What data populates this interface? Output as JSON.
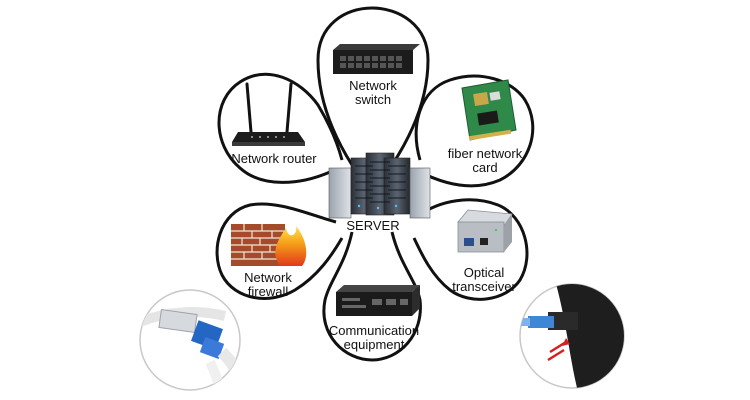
{
  "center": {
    "label": "SERVER",
    "icon": "server-rack-icon"
  },
  "devices": [
    {
      "key": "switch",
      "label": "Network switch",
      "icon": "network-switch-icon"
    },
    {
      "key": "fiber-card",
      "label_line1": "fiber network",
      "label_line2": "card",
      "icon": "fiber-network-card-icon"
    },
    {
      "key": "router",
      "label": "Network router",
      "icon": "wifi-router-icon"
    },
    {
      "key": "firewall",
      "label_line1": "Network",
      "label_line2": "firewall",
      "icon": "firewall-icon"
    },
    {
      "key": "comm",
      "label_line1": "Communication",
      "label_line2": "equipment",
      "icon": "communication-equipment-icon"
    },
    {
      "key": "optical",
      "label_line1": "Optical",
      "label_line2": "transceiver",
      "icon": "optical-transceiver-icon"
    }
  ],
  "photos": [
    {
      "key": "sfp-module",
      "icon": "sfp-fiber-connector-icon"
    },
    {
      "key": "port-insertion",
      "icon": "sfp-port-insertion-icon"
    }
  ],
  "colors": {
    "outline": "#111111",
    "background": "#ffffff",
    "photo_ring": "#c8c8c8"
  }
}
